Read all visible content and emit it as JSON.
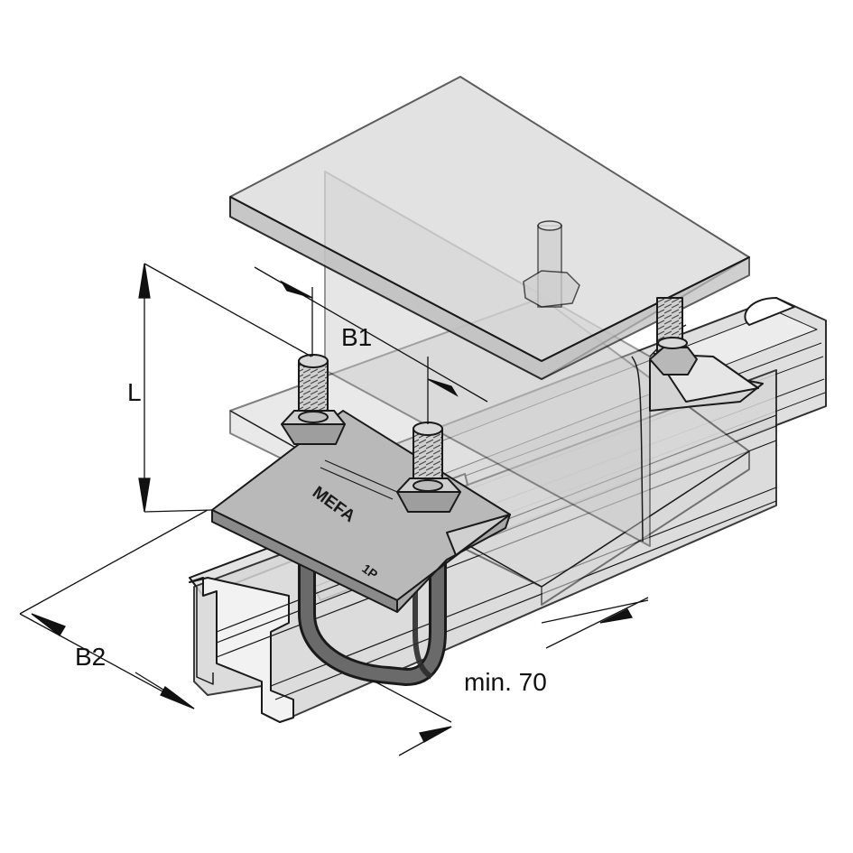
{
  "labels": {
    "b1": "B1",
    "l": "L",
    "b2": "B2",
    "min70": "min. 70"
  },
  "stamps": {
    "brand": "MEFA",
    "code": "1P"
  },
  "colors": {
    "outline": "#1a1a1a",
    "steel_light": "#e6e6e6",
    "steel_mid": "#c9c9c9",
    "steel_dark": "#9a9a9a",
    "plate_glass": "#d8d8d8",
    "bolt": "#bfbfbf",
    "hook": "#2b2b2b"
  }
}
